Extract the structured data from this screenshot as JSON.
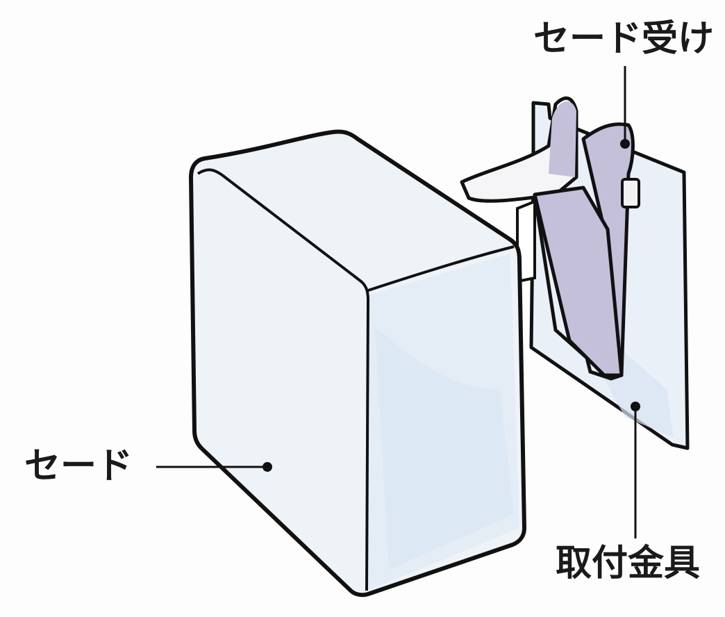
{
  "labels": {
    "shade_receiver": "セード受け",
    "shade": "セード",
    "mounting_bracket": "取付金具"
  },
  "colors": {
    "outline": "#111111",
    "shade_fill": "#eef3f8",
    "shade_shadow": "#d8e6f2",
    "receiver_fill": "#c4c0da",
    "plate_fill": "#eaf0f7"
  }
}
